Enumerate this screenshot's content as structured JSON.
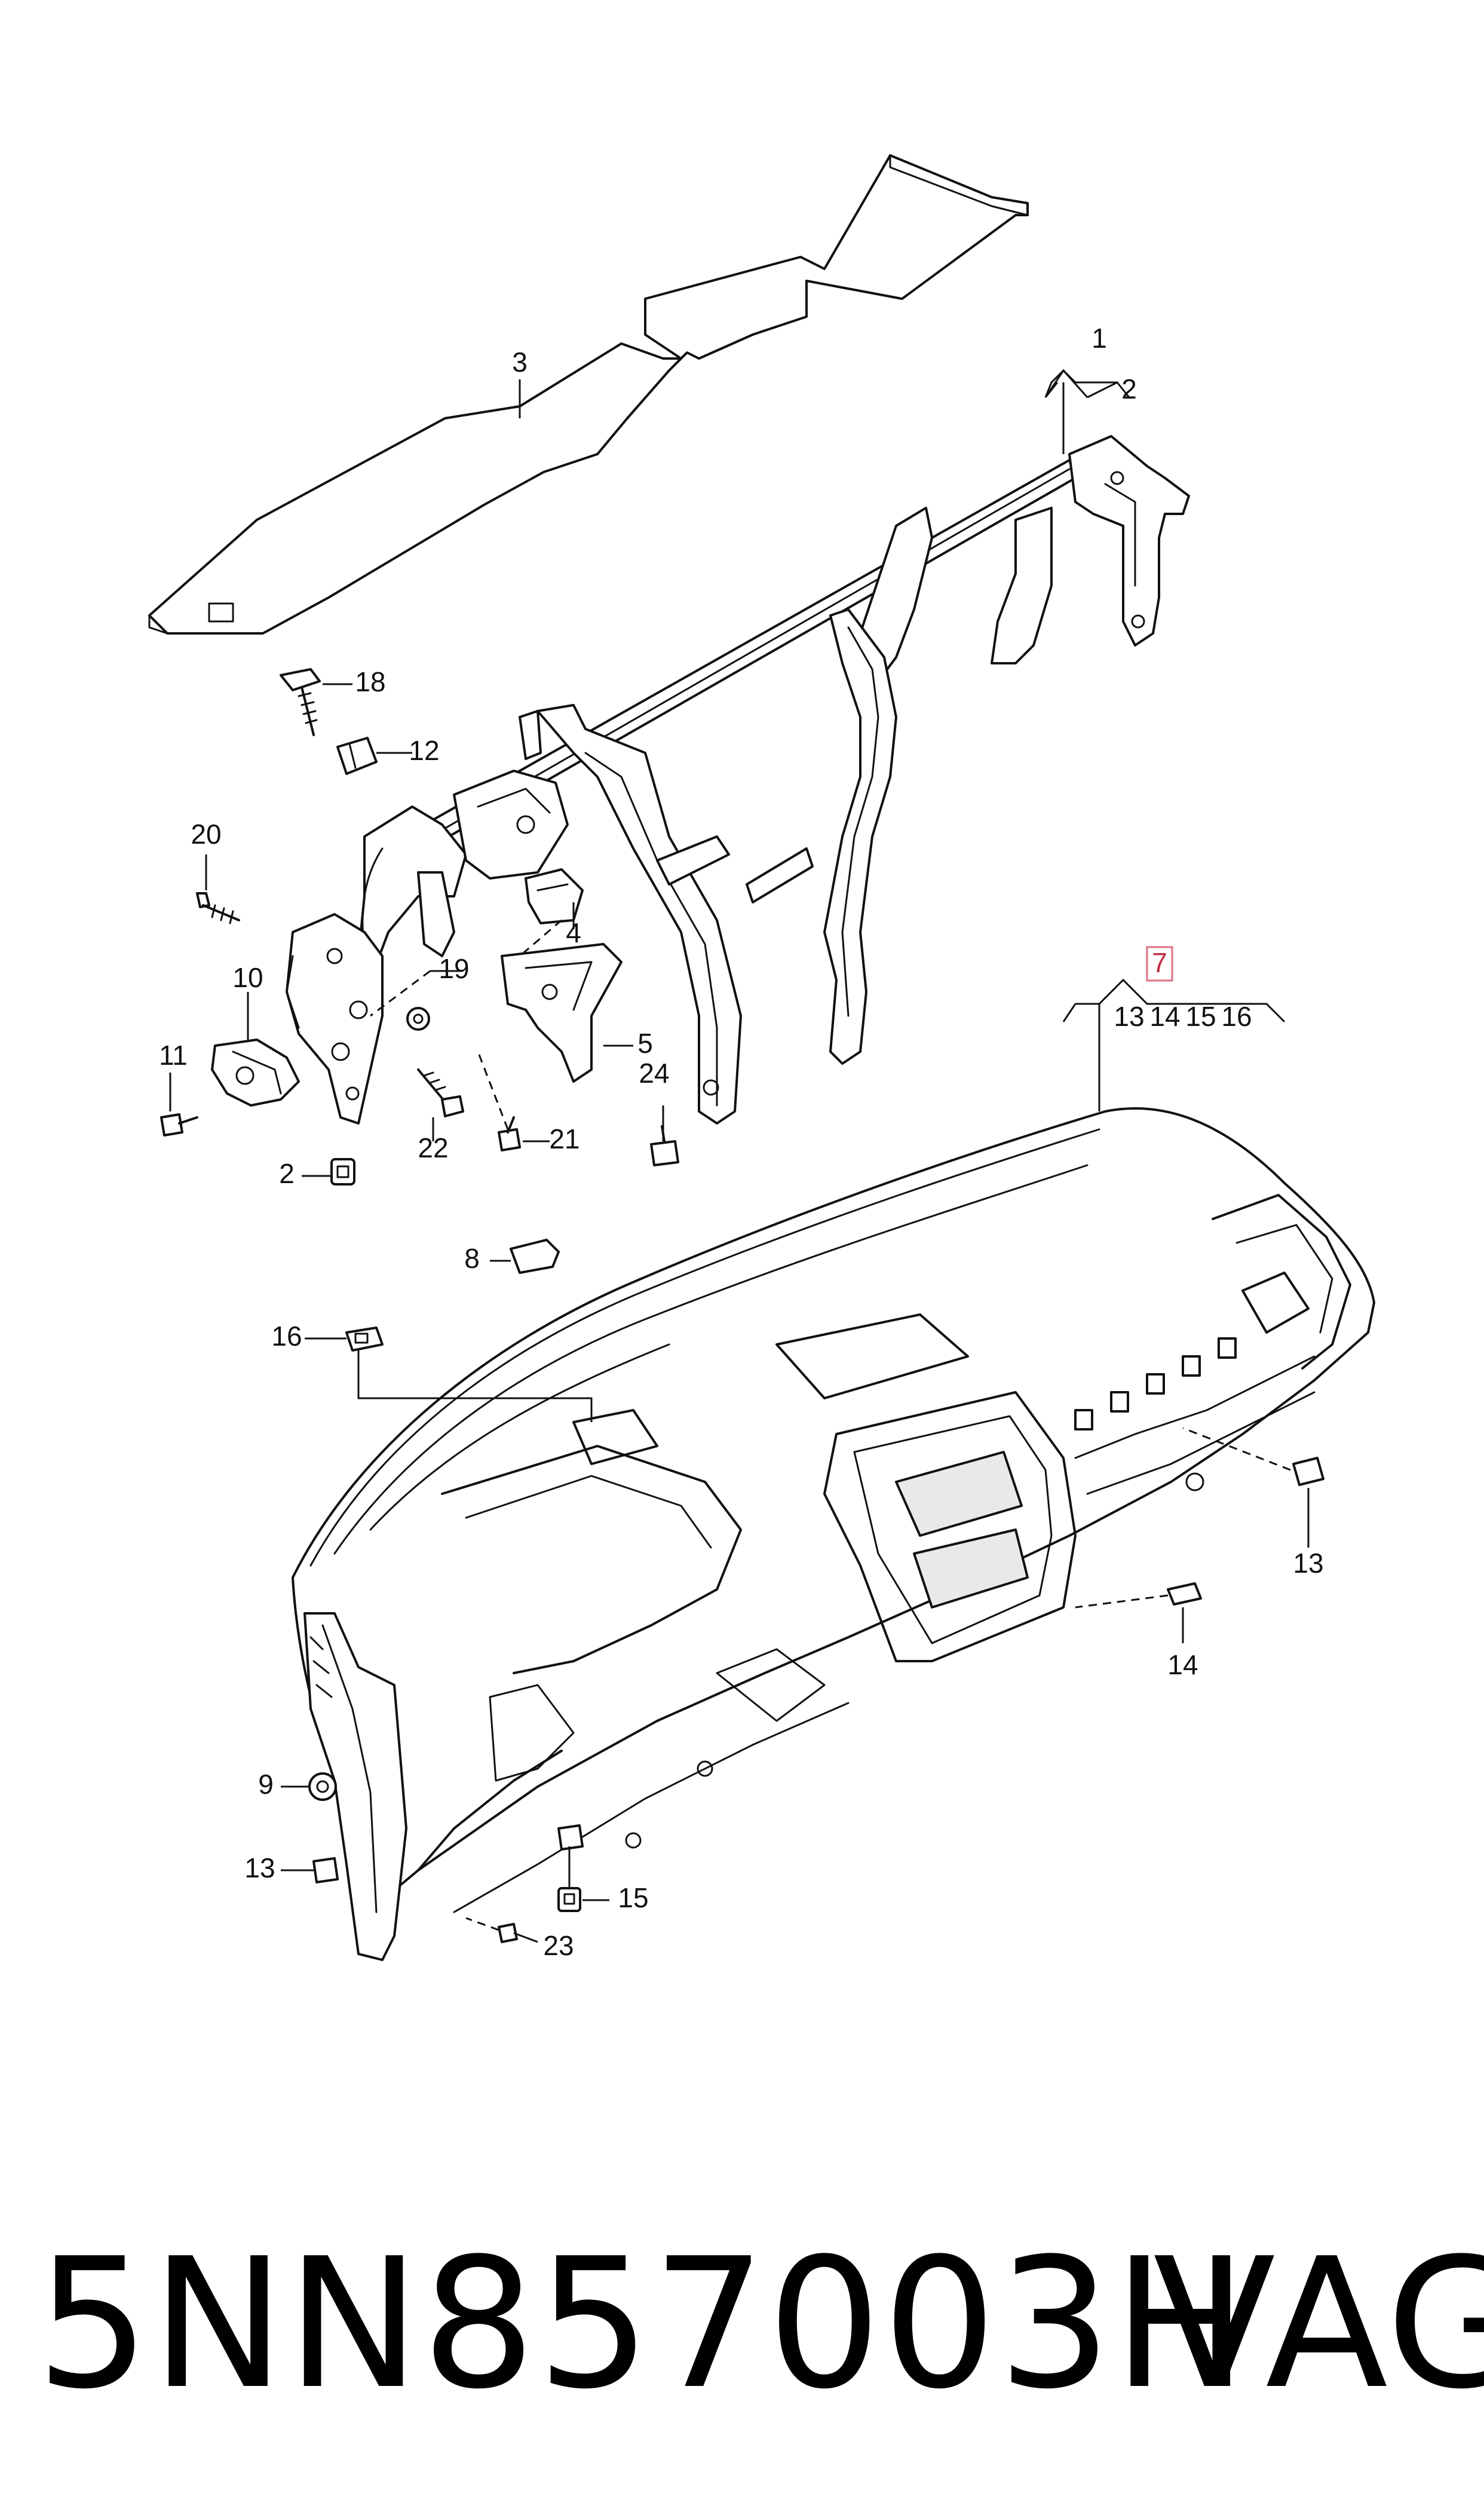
{
  "diagram": {
    "callouts": {
      "c1": "1",
      "c2a": "2",
      "c2b": "2",
      "c3": "3",
      "c4": "4",
      "c5": "5",
      "c7": "7",
      "c8": "8",
      "c9": "9",
      "c10": "10",
      "c11": "11",
      "c12": "12",
      "c13a": "13",
      "c13b": "13",
      "c13c": "13",
      "c14a": "14",
      "c14b": "14",
      "c15a": "15",
      "c15b": "15",
      "c16a": "16",
      "c16b": "16",
      "c18": "18",
      "c19": "19",
      "c20": "20",
      "c21": "21",
      "c22": "22",
      "c23": "23",
      "c24": "24"
    },
    "highlight_color": "#e07080"
  },
  "caption": {
    "part_number": "5NN857003H",
    "brand": "VAG"
  }
}
